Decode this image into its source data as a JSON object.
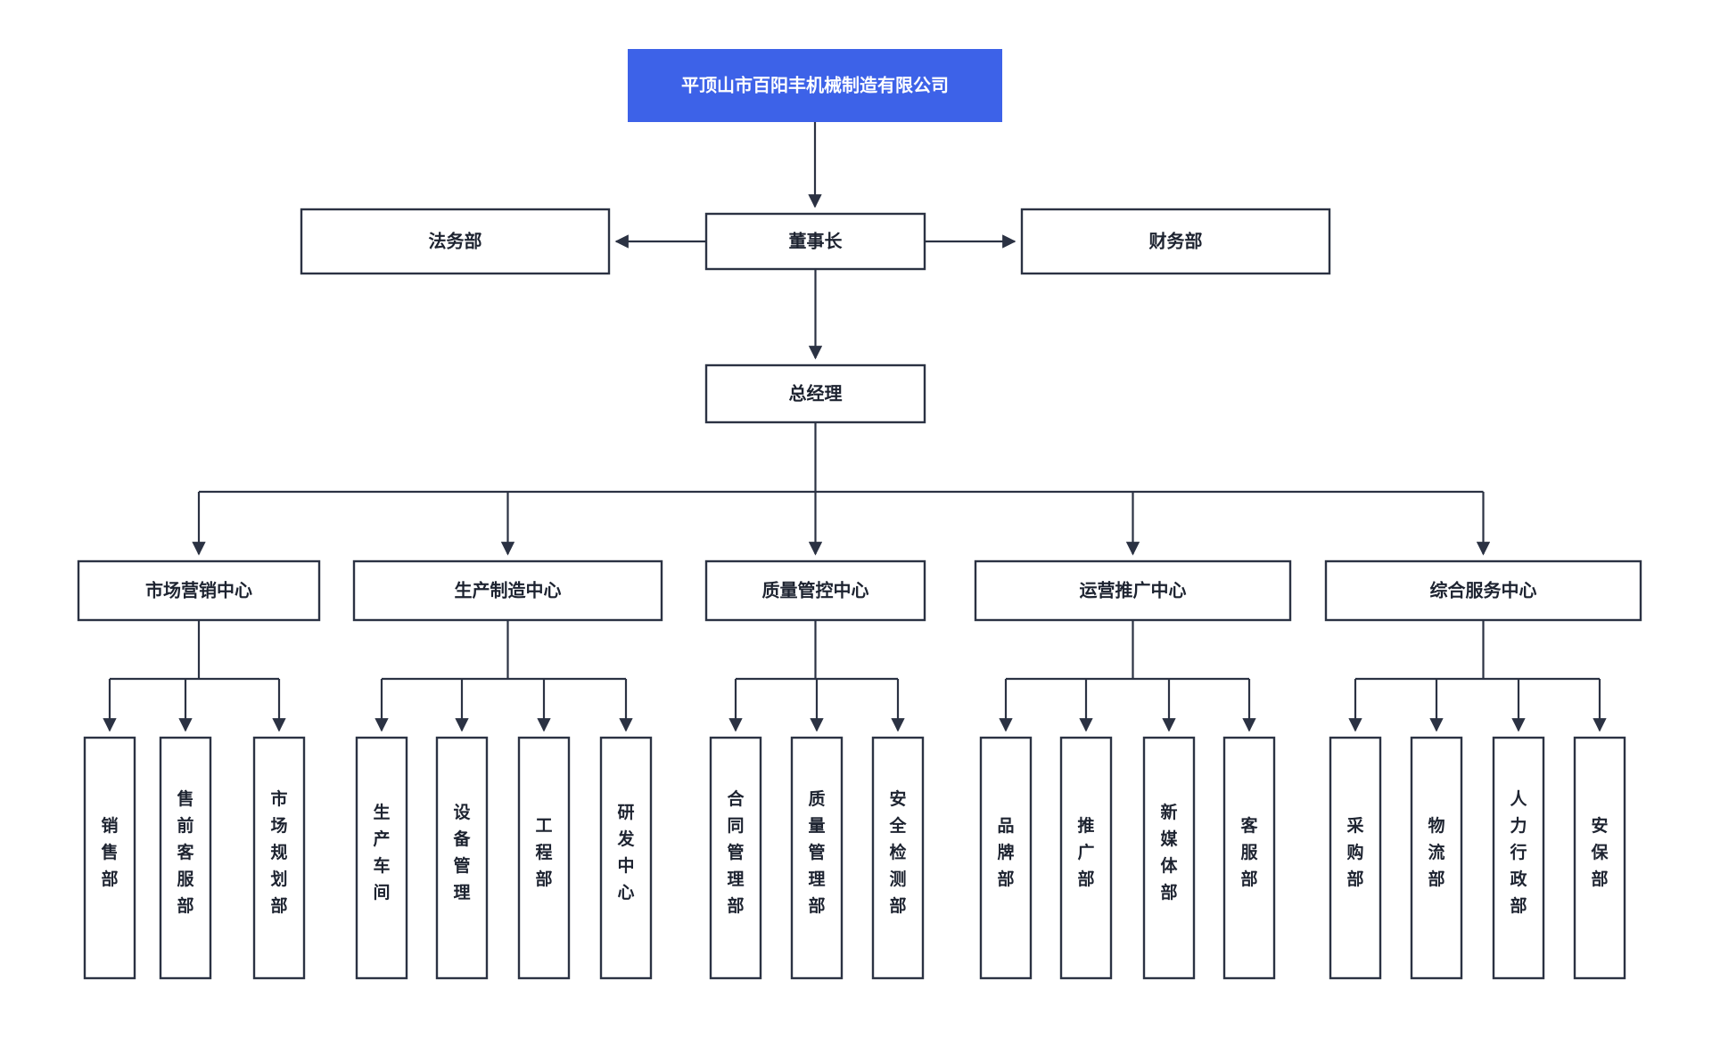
{
  "diagram": {
    "title": "平顶山市百阳丰机械制造有限公司",
    "type": "organization-chart",
    "colors": {
      "root_fill": "#3d62e8",
      "root_text": "#ffffff",
      "node_stroke": "#2b3243",
      "node_fill": "#ffffff",
      "node_text": "#1d2330",
      "background": "#ffffff"
    }
  },
  "root": {
    "label": "平顶山市百阳丰机械制造有限公司"
  },
  "level2": {
    "left": {
      "label": "法务部"
    },
    "center": {
      "label": "董事长"
    },
    "right": {
      "label": "财务部"
    }
  },
  "level3": {
    "center": {
      "label": "总经理"
    }
  },
  "centers": [
    {
      "label": "市场营销中心",
      "departments": [
        {
          "label": "销售部"
        },
        {
          "label": "售前客服部"
        },
        {
          "label": "市场规划部"
        }
      ]
    },
    {
      "label": "生产制造中心",
      "departments": [
        {
          "label": "生产车间"
        },
        {
          "label": "设备管理"
        },
        {
          "label": "工程部"
        },
        {
          "label": "研发中心"
        }
      ]
    },
    {
      "label": "质量管控中心",
      "departments": [
        {
          "label": "合同管理部"
        },
        {
          "label": "质量管理部"
        },
        {
          "label": "安全检测部"
        }
      ]
    },
    {
      "label": "运营推广中心",
      "departments": [
        {
          "label": "品牌部"
        },
        {
          "label": "推广部"
        },
        {
          "label": "新媒体部"
        },
        {
          "label": "客服部"
        }
      ]
    },
    {
      "label": "综合服务中心",
      "departments": [
        {
          "label": "采购部"
        },
        {
          "label": "物流部"
        },
        {
          "label": "人力行政部"
        },
        {
          "label": "安保部"
        }
      ]
    }
  ]
}
